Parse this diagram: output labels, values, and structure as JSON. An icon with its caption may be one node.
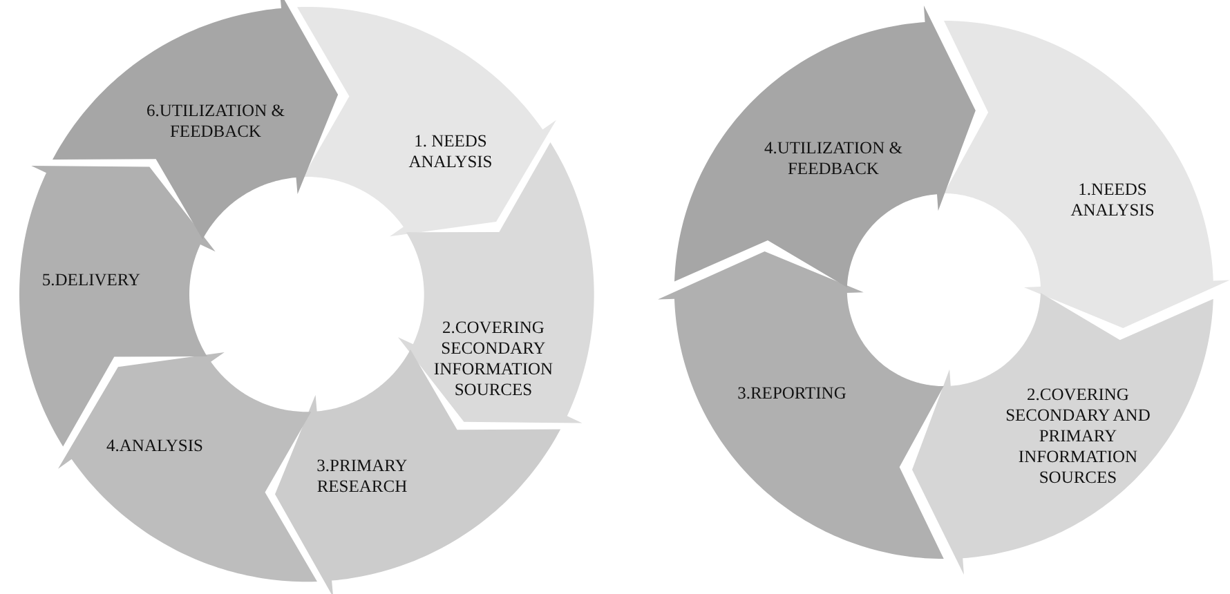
{
  "diagram": {
    "nodes": [
      {
        "text": [
          "1. NEEDS ANALYSIS"
        ]
      },
      {
        "text": [
          "2.COVERING SECONDARY INFORMATION SOURCES"
        ]
      },
      {
        "text": [
          "3.PRIMARY RESEARCH"
        ]
      },
      {
        "text": [
          "4.ANALYSIS"
        ]
      },
      {
        "text": [
          "5.DELIVERY"
        ]
      },
      {
        "text": [
          "6.UTILIZATION & FEEDBACK"
        ]
      },
      {
        "text": [
          "1.NEEDS ANALYSIS"
        ]
      },
      {
        "text": [
          "2.COVERING SECONDARY AND PRIMARY INFORMATION SOURCES"
        ]
      },
      {
        "text": [
          "3.REPORTING"
        ]
      },
      {
        "text": [
          "4.UTILIZATION & FEEDBACK"
        ]
      }
    ]
  }
}
